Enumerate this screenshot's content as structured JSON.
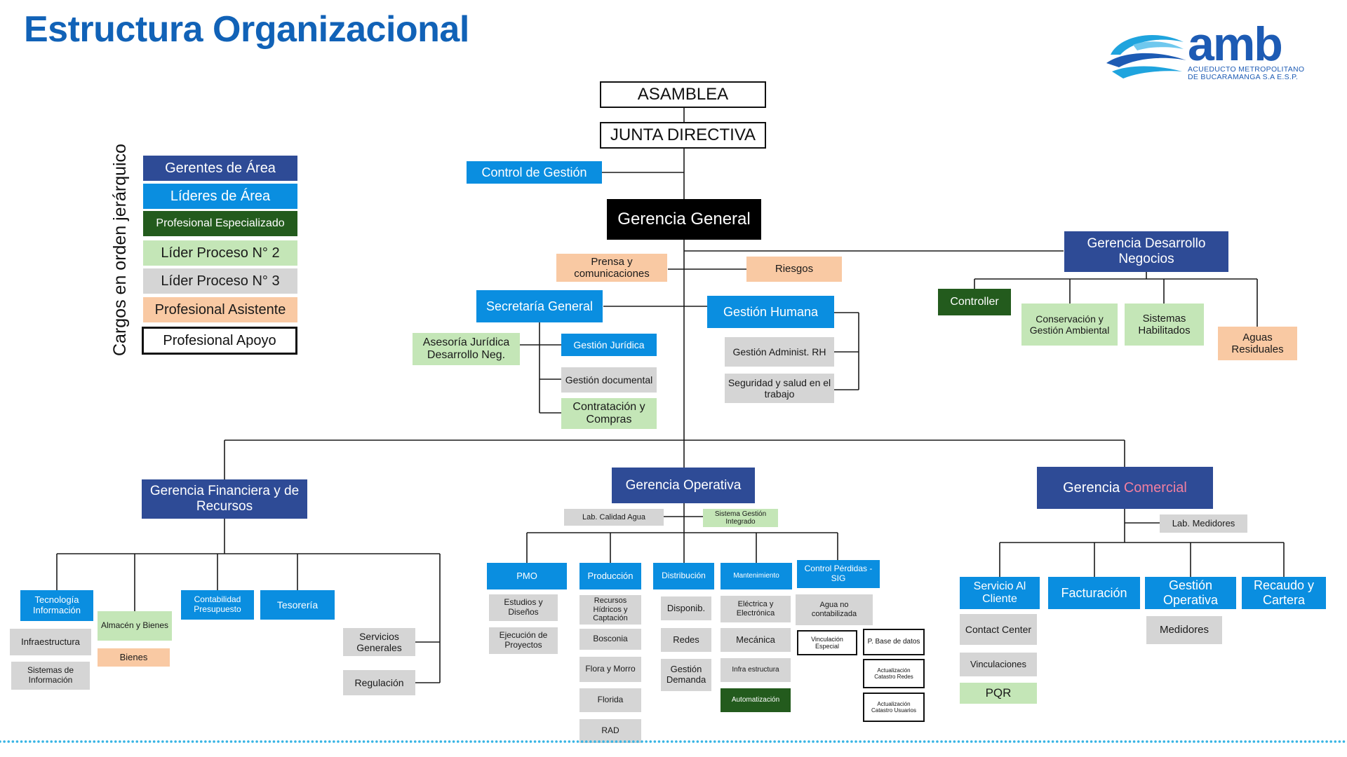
{
  "page": {
    "title": "Estructura Organizacional",
    "vertical_label": "Cargos en orden jerárquico"
  },
  "logo": {
    "name": "amb",
    "subtitle_line1": "ACUEDUCTO METROPOLITANO",
    "subtitle_line2": "DE BUCARAMANGA S.A E.S.P."
  },
  "colors": {
    "navy": "#2e4b96",
    "blue": "#0a8ee0",
    "dark_green": "#235b1d",
    "light_green": "#c4e6b7",
    "gray": "#d5d5d5",
    "peach": "#f9c9a3",
    "title_blue": "#1162b7",
    "comercial_highlight": "#f17fa0"
  },
  "legend": [
    {
      "label": "Gerentes de Área",
      "level": "navy"
    },
    {
      "label": "Líderes de Área",
      "level": "blue"
    },
    {
      "label": "Profesional Especializado",
      "level": "dark_green"
    },
    {
      "label": "Líder Proceso N° 2",
      "level": "light_green"
    },
    {
      "label": "Líder Proceso N° 3",
      "level": "gray"
    },
    {
      "label": "Profesional Asistente",
      "level": "peach"
    },
    {
      "label": "Profesional Apoyo",
      "level": "outline"
    }
  ],
  "top": {
    "asamblea": "ASAMBLEA",
    "junta": "JUNTA DIRECTIVA",
    "control_gestion": "Control de Gestión",
    "gerencia_general": "Gerencia General",
    "prensa": "Prensa y comunicaciones",
    "riesgos": "Riesgos"
  },
  "secretaria": {
    "title": "Secretaría General",
    "asesoria": "Asesoría Jurídica Desarrollo Neg.",
    "juridica": "Gestión Jurídica",
    "documental": "Gestión documental",
    "contratacion": "Contratación y Compras"
  },
  "humana": {
    "title": "Gestión Humana",
    "administ": "Gestión Administ. RH",
    "seguridad": "Seguridad y salud en el trabajo"
  },
  "negocios": {
    "title": "Gerencia Desarrollo Negocios",
    "controller": "Controller",
    "conservacion": "Conservación y Gestión Ambiental",
    "sistemas": "Sistemas Habilitados",
    "aguas": "Aguas Residuales"
  },
  "financiera": {
    "title": "Gerencia Financiera y de Recursos",
    "tecnologia": "Tecnología Información",
    "infraestructura": "Infraestructura",
    "sistemas_info": "Sistemas de Información",
    "almacen": "Almacén y Bienes",
    "bienes": "Bienes",
    "contabilidad": "Contabilidad Presupuesto",
    "tesoreria": "Tesorería",
    "servicios": "Servicios Generales",
    "regulacion": "Regulación"
  },
  "operativa": {
    "title": "Gerencia Operativa",
    "lab_calidad": "Lab. Calidad Agua",
    "sistema_gestion": "Sistema Gestión Integrado",
    "pmo": "PMO",
    "estudios": "Estudios y Diseños",
    "ejecucion": "Ejecución de Proyectos",
    "produccion": "Producción",
    "recursos": "Recursos Hídricos y Captación",
    "bosconia": "Bosconia",
    "flora": "Flora y Morro",
    "florida": "Florida",
    "rad": "RAD",
    "distribucion": "Distribución",
    "disponib": "Disponib.",
    "redes": "Redes",
    "gestion_demanda": "Gestión Demanda",
    "mantenimiento": "Mantenimiento",
    "electrica": "Eléctrica y Electrónica",
    "mecanica": "Mecánica",
    "infra": "Infra estructura",
    "automatizacion": "Automatización",
    "control_perdidas": "Control Pérdidas - SIG",
    "agua_no": "Agua no contabilizada",
    "vinculacion": "Vinculación Especial",
    "base_datos": "P. Base de datos",
    "act_redes": "Actualización Catastro Redes",
    "act_usuarios": "Actualización Catastro Usuarios"
  },
  "comercial": {
    "title_part1": "Gerencia ",
    "title_part2": "Comercial",
    "lab_medidores": "Lab. Medidores",
    "servicio": "Servicio Al Cliente",
    "contact": "Contact Center",
    "vinculaciones": "Vinculaciones",
    "pqr": "PQR",
    "facturacion": "Facturación",
    "gestion_operativa": "Gestión Operativa",
    "medidores": "Medidores",
    "recaudo": "Recaudo y Cartera"
  }
}
